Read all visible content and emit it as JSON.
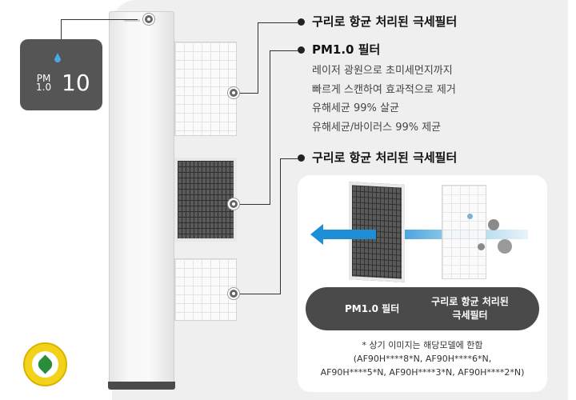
{
  "display": {
    "pm_label_1": "PM",
    "pm_label_2": "1.0",
    "value": "10"
  },
  "callouts": {
    "top_title": "구리로 항균 처리된 극세필터",
    "pm_title": "PM1.0 필터",
    "pm_desc": [
      "레이저 광원으로 초미세먼지까지",
      "빠르게 스캔하여 효과적으로 제거",
      "유해세균 99% 살균",
      "유해세균/바이러스 99% 제균"
    ],
    "bottom_title": "구리로 항균 처리된 극세필터"
  },
  "card": {
    "pill_left": "PM1.0 필터",
    "pill_right_1": "구리로 항균 처리된",
    "pill_right_2": "극세필터",
    "note": [
      "* 상기 이미지는 해당모델에 한함",
      "(AF90H****8*N, AF90H****6*N,",
      "AF90H****5*N, AF90H****3*N, AF90H****2*N)"
    ]
  },
  "colors": {
    "accent_blue": "#1e8fd6",
    "pill_bg": "#4a4a4a",
    "display_bg": "#555555"
  },
  "icons": {
    "display": "water-drop-icon",
    "badge": "allergy-seal-icon"
  }
}
